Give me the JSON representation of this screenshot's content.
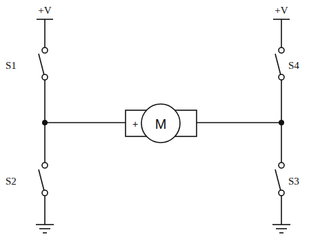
{
  "diagram": {
    "nodes": [
      {
        "text": [
          "+",
          "M"
        ]
      }
    ],
    "labels": [
      "+V",
      "S1",
      "S2",
      "+V",
      "S4",
      "S3"
    ]
  }
}
